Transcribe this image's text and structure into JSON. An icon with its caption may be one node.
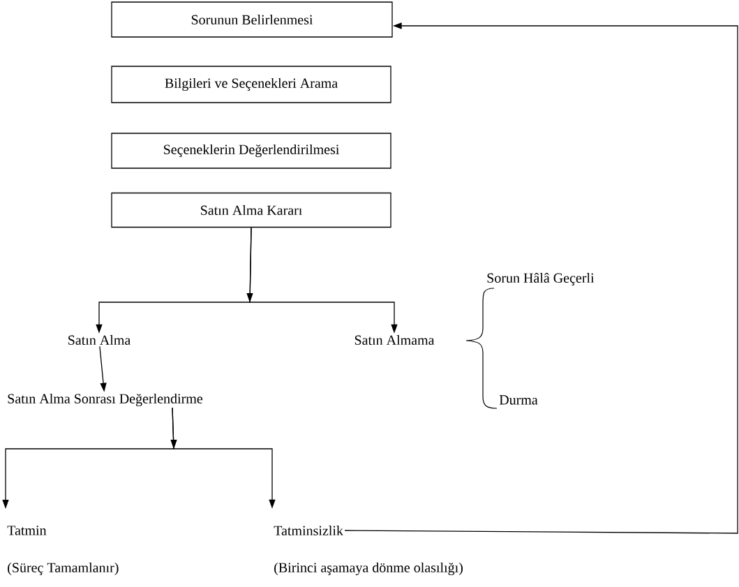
{
  "diagram": {
    "nodes": [
      {
        "text": [
          "Sorunun Belirlenmesi"
        ]
      },
      {
        "text": [
          "Bilgileri ve Seçenekleri Arama"
        ]
      },
      {
        "text": [
          "Seçeneklerin Değerlendirilmesi"
        ]
      },
      {
        "text": [
          "Satın Alma Kararı"
        ]
      },
      {
        "text": [
          "Satın Alma"
        ]
      },
      {
        "text": [
          "Satın Almama"
        ]
      },
      {
        "text": [
          "Satın Alma Sonrası Değerlendirme"
        ]
      },
      {
        "text": [
          "Tatmin"
        ],
        "beside": [
          "(Süreç Tamamlanır)"
        ]
      },
      {
        "text": [
          "Tatminsizlik"
        ],
        "beside": [
          "(Birinci aşamaya dönme olasılığı)"
        ]
      }
    ],
    "edges": [
      {
        "from": 3,
        "to": 4,
        "arrow": "to"
      },
      {
        "from": 3,
        "to": 5,
        "arrow": "to"
      },
      {
        "from": 4,
        "to": 6,
        "arrow": "to"
      },
      {
        "from": 6,
        "to": 7,
        "arrow": "to"
      },
      {
        "from": 6,
        "to": 8,
        "arrow": "to"
      },
      {
        "from": 8,
        "to": 0,
        "arrow": "to"
      }
    ],
    "labels": [
      "Sorun Hâlâ Geçerli",
      "Durma"
    ]
  }
}
